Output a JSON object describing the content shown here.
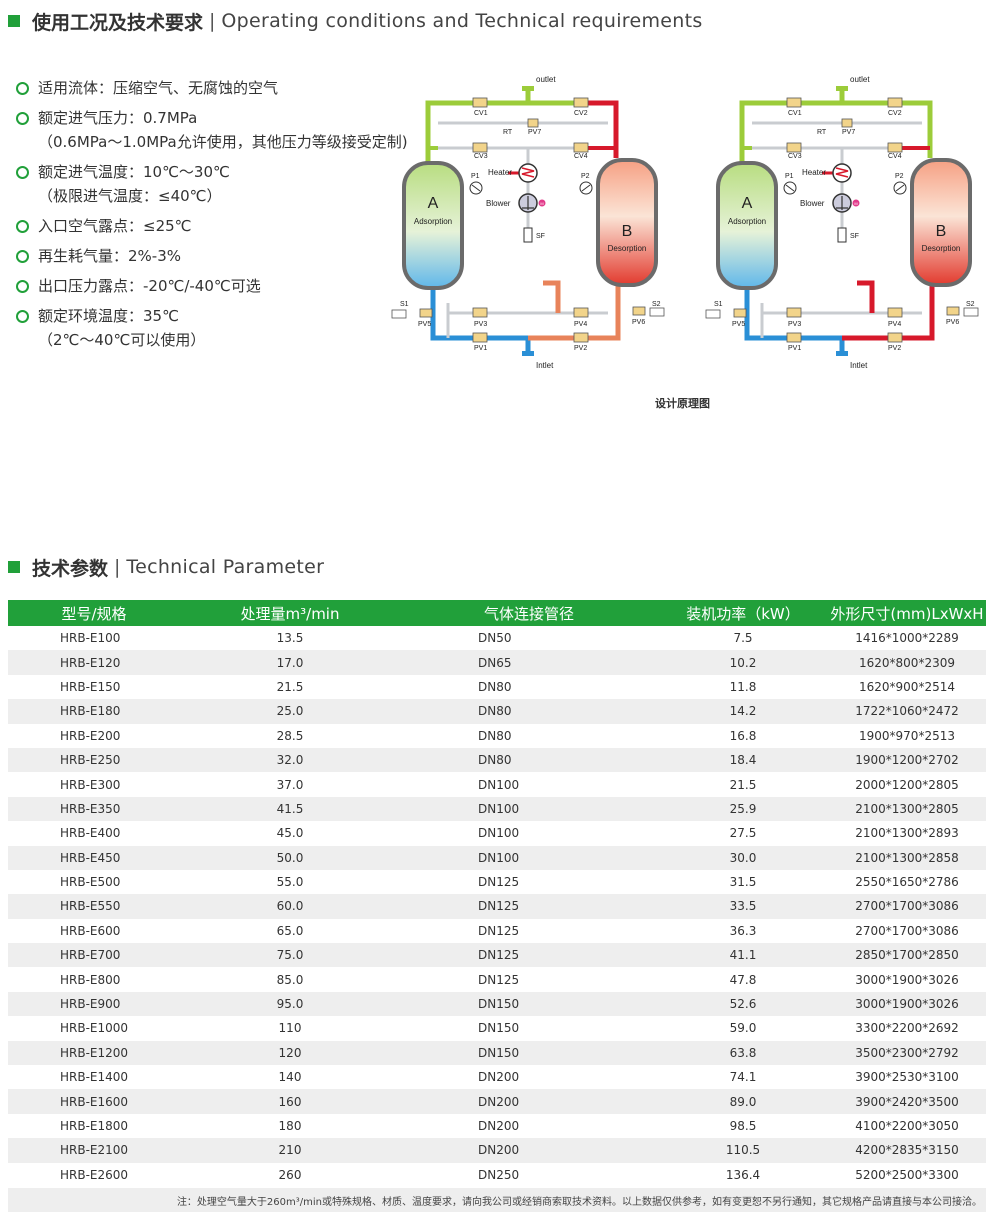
{
  "section1": {
    "title_cn": "使用工况及技术要求",
    "separator": "|",
    "title_en": "Operating conditions and Technical requirements"
  },
  "conditions": [
    {
      "lines": [
        "适用流体：压缩空气、无腐蚀的空气"
      ]
    },
    {
      "lines": [
        "额定进气压力：0.7MPa",
        "（0.6MPa～1.0MPa允许使用，其他压力等级接受定制)"
      ]
    },
    {
      "lines": [
        "额定进气温度：10℃～30℃",
        "（极限进气温度：≤40℃）"
      ]
    },
    {
      "lines": [
        "入口空气露点：≤25℃"
      ]
    },
    {
      "lines": [
        "再生耗气量：2%-3%"
      ]
    },
    {
      "lines": [
        "出口压力露点：-20℃/-40℃可选"
      ]
    },
    {
      "lines": [
        "额定环境温度：35℃",
        "（2℃～40℃可以使用）"
      ]
    }
  ],
  "diagram": {
    "caption": "设计原理图",
    "labels": {
      "outlet": "outlet",
      "inlet": "Intlet",
      "cv1": "CV1",
      "cv2": "CV2",
      "cv3": "CV3",
      "cv4": "CV4",
      "rt": "RT",
      "pv7": "PV7",
      "heater": "Heater",
      "blower": "Blower",
      "sf": "SF",
      "p1": "P1",
      "p2": "P2",
      "s1": "S1",
      "s2": "S2",
      "pv1": "PV1",
      "pv2": "PV2",
      "pv3": "PV3",
      "pv4": "PV4",
      "pv5": "PV5",
      "pv6": "PV6",
      "tank_a": "A",
      "tank_b": "B",
      "adsorption": "Adsorption",
      "desorption": "Desorption",
      "motor": "M"
    }
  },
  "section2": {
    "title_cn": "技术参数",
    "separator": "|",
    "title_en": "Technical Parameter"
  },
  "table": {
    "headers": [
      "型号/规格",
      "处理量m³/min",
      "气体连接管径",
      "装机功率（kW）",
      "外形尺寸(mm)LxWxH"
    ],
    "rows": [
      [
        "HRB-E100",
        "13.5",
        "DN50",
        "7.5",
        "1416*1000*2289"
      ],
      [
        "HRB-E120",
        "17.0",
        "DN65",
        "10.2",
        "1620*800*2309"
      ],
      [
        "HRB-E150",
        "21.5",
        "DN80",
        "11.8",
        "1620*900*2514"
      ],
      [
        "HRB-E180",
        "25.0",
        "DN80",
        "14.2",
        "1722*1060*2472"
      ],
      [
        "HRB-E200",
        "28.5",
        "DN80",
        "16.8",
        "1900*970*2513"
      ],
      [
        "HRB-E250",
        "32.0",
        "DN80",
        "18.4",
        "1900*1200*2702"
      ],
      [
        "HRB-E300",
        "37.0",
        "DN100",
        "21.5",
        "2000*1200*2805"
      ],
      [
        "HRB-E350",
        "41.5",
        "DN100",
        "25.9",
        "2100*1300*2805"
      ],
      [
        "HRB-E400",
        "45.0",
        "DN100",
        "27.5",
        "2100*1300*2893"
      ],
      [
        "HRB-E450",
        "50.0",
        "DN100",
        "30.0",
        "2100*1300*2858"
      ],
      [
        "HRB-E500",
        "55.0",
        "DN125",
        "31.5",
        "2550*1650*2786"
      ],
      [
        "HRB-E550",
        "60.0",
        "DN125",
        "33.5",
        "2700*1700*3086"
      ],
      [
        "HRB-E600",
        "65.0",
        "DN125",
        "36.3",
        "2700*1700*3086"
      ],
      [
        "HRB-E700",
        "75.0",
        "DN125",
        "41.1",
        "2850*1700*2850"
      ],
      [
        "HRB-E800",
        "85.0",
        "DN125",
        "47.8",
        "3000*1900*3026"
      ],
      [
        "HRB-E900",
        "95.0",
        "DN150",
        "52.6",
        "3000*1900*3026"
      ],
      [
        "HRB-E1000",
        "110",
        "DN150",
        "59.0",
        "3300*2200*2692"
      ],
      [
        "HRB-E1200",
        "120",
        "DN150",
        "63.8",
        "3500*2300*2792"
      ],
      [
        "HRB-E1400",
        "140",
        "DN200",
        "74.1",
        "3900*2530*3100"
      ],
      [
        "HRB-E1600",
        "160",
        "DN200",
        "89.0",
        "3900*2420*3500"
      ],
      [
        "HRB-E1800",
        "180",
        "DN200",
        "98.5",
        "4100*2200*3050"
      ],
      [
        "HRB-E2100",
        "210",
        "DN200",
        "110.5",
        "4200*2835*3150"
      ],
      [
        "HRB-E2600",
        "260",
        "DN250",
        "136.4",
        "5200*2500*3300"
      ]
    ]
  },
  "note": "注：处理空气量大于260m³/min或特殊规格、材质、温度要求，请向我公司或经销商索取技术资料。以上数据仅供参考，如有变更恕不另行通知，其它规格产品请直接与本公司接洽。",
  "colors": {
    "accent": "#21a03a",
    "row_alt": "#eeeeee",
    "hot_pipe": "#d7192b",
    "cold_pipe": "#2a8fd6",
    "green_pipe": "#9ccc3a"
  }
}
